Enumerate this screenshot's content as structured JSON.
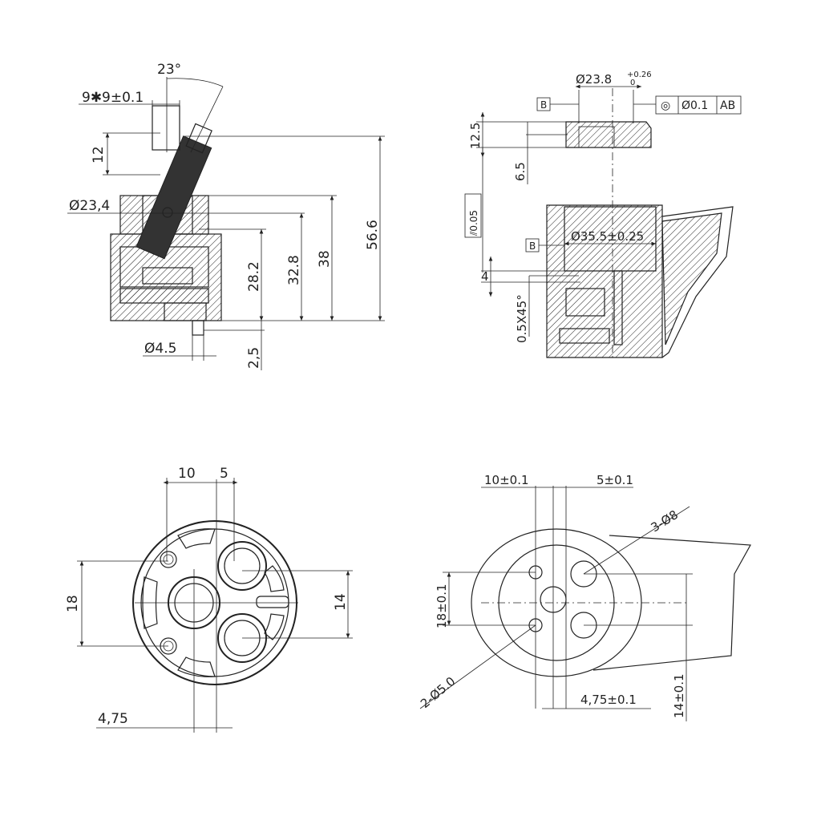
{
  "view_side": {
    "angle": "23°",
    "stem": "9✱9±0.1",
    "stem_h": "12",
    "dia_top": "Ø23,4",
    "h_28": "28.2",
    "h_32": "32.8",
    "h_38": "38",
    "h_total": "56.6",
    "pin_dia": "Ø4.5",
    "pin_h": "2,5"
  },
  "view_section": {
    "dia_top": "Ø23.8",
    "tol_up": "+0.26",
    "tol_low": "0",
    "datum_b": "B",
    "fcf_sym": "◎",
    "fcf_tol": "Ø0.1",
    "fcf_ref": "AB",
    "h_125": "12.5",
    "h_65": "6.5",
    "flat": "⫽0.05",
    "dia_bore": "Ø35.5±0.25",
    "h_4": "4",
    "chamfer": "0.5X45°"
  },
  "view_bottom": {
    "w_10": "10",
    "w_5": "5",
    "h_18": "18",
    "h_14": "14",
    "off_475": "4,75"
  },
  "view_seat": {
    "w_10": "10±0.1",
    "w_5": "5±0.1",
    "holes_8": "3-Ø8",
    "h_18": "18±0.1",
    "holes_5": "2-Ø5.0",
    "off_475": "4,75±0.1",
    "h_14": "14±0.1"
  }
}
